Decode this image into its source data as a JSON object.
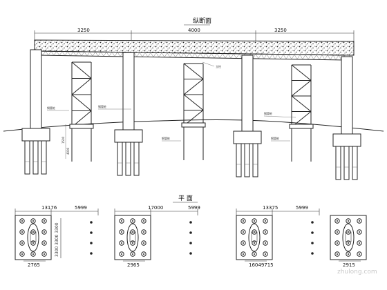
{
  "elevation": {
    "title": "纵断面",
    "dims": [
      "3250",
      "4000",
      "3250"
    ],
    "notes": [
      "立柱",
      "钢管桩",
      "钢管桩",
      "钢管桩",
      "钢管桩",
      "钢管桩"
    ],
    "vertical_dims": [
      "1500",
      "4000"
    ]
  },
  "plan": {
    "title": "平  面",
    "groups": [
      {
        "top_dims": [
          "13176",
          "5999"
        ],
        "bottom_dim": "2765",
        "side_dim": "3300 3300 3300"
      },
      {
        "top_dims": [
          "17000",
          "5999"
        ],
        "bottom_dim": "2965"
      },
      {
        "top_dims": [
          "13375",
          "5999"
        ],
        "bottom_dim": "16049715"
      },
      {
        "top_dims": [],
        "bottom_dim": "2915"
      }
    ]
  },
  "watermark": "zhulong.com"
}
